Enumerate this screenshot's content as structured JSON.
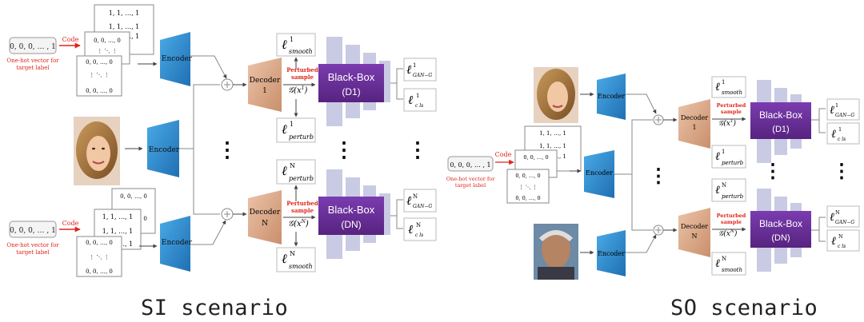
{
  "labels": {
    "code": "Code",
    "onehot_vec": "0, 0, 0, … , 1",
    "onehot_caption_1": "One-hot vector for",
    "onehot_caption_2": "target label",
    "encoder": "Encoder",
    "decoder": "Decoder",
    "dec1_idx": "1",
    "decN_idx": "N",
    "blackbox": "Black-Box",
    "d1": "(D1)",
    "dn": "(DN)",
    "perturbed_1": "Perturbed",
    "perturbed_2": "sample",
    "ellipsis_v": "⋮",
    "grid_ones": "1, 1, …, 1",
    "grid_zeros": "0, 0, …, 0",
    "grid_dots_a": "⋮  ⋱  ⋮",
    "grid_dots_b": "⋮  ⋱  ⋮"
  },
  "math": {
    "ell": "ℓ",
    "sup1": "1",
    "supN": "N",
    "smooth": "smooth",
    "perturb": "perturb",
    "gan": "GAN−G",
    "cls": "c ls",
    "g1": "𝒢(x",
    "g1_sup": "1",
    "g_close": ")",
    "gN": "𝒢(x",
    "gN_sup": "N",
    "gN_close": ")"
  },
  "scenarios": {
    "si": "SI scenario",
    "so": "SO scenario"
  },
  "colors": {
    "encoder": "#2f8fd4",
    "decoder": "#d9a78a",
    "blackbox": "#6a2f99",
    "layer": "#c9cbe4",
    "code_red": "#e0251b"
  }
}
